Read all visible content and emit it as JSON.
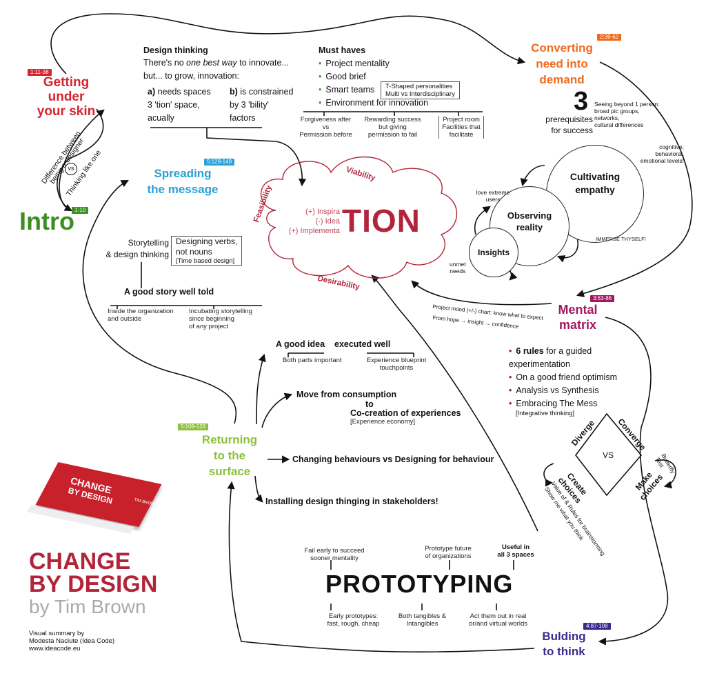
{
  "chapters": {
    "getting": {
      "tag": "1:11-38",
      "l1": "Getting",
      "l2": "under",
      "l3": "your skin",
      "color": "#d4262e"
    },
    "intro": {
      "tag": "1-10",
      "title": "Intro",
      "color": "#3a8f1f"
    },
    "spreading": {
      "tag": "5:129-149",
      "l1": "Spreading",
      "l2": "the message",
      "color": "#2aa0d6"
    },
    "converting": {
      "tag": "2:39-62",
      "l1": "Converting",
      "l2": "need into",
      "l3": "demand",
      "color": "#f06a1e"
    },
    "mental": {
      "tag": "3:63-86",
      "l1": "Mental",
      "l2": "matrix",
      "color": "#a3185f"
    },
    "returning": {
      "tag": "5:109-128",
      "l1": "Returning",
      "l2": "to the",
      "l3": "surface",
      "color": "#8cc03a"
    },
    "building": {
      "tag": "4:87-108",
      "l1": "Bulding",
      "l2": "to think",
      "color": "#3b2a8c"
    }
  },
  "intro_side": {
    "a": "Difference between",
    "b": "being a designer",
    "vs": "vs",
    "c": "Thinking like one"
  },
  "design_thinking": {
    "title": "Design thinking",
    "l1_pre": "There's no ",
    "l1_it": "one best way",
    "l1_post": " to innovate...",
    "l2": "but... to grow, innovation:",
    "a_label": "a)",
    "a_text1": " needs spaces",
    "a_text2": "3 'tion' space,",
    "a_text3": "acually",
    "b_label": "b)",
    "b_text1": " is constrained",
    "b_text2": "by 3 'bility'",
    "b_text3": "factors"
  },
  "must_haves": {
    "title": "Must haves",
    "items": [
      "Project mentality",
      "Good brief",
      "Smart teams",
      "Environment for innovation"
    ],
    "tshaped1": "T-Shaped personalities",
    "tshaped2": "Multi vs Interdisciplinary",
    "sub1a": "Forgiveness after",
    "sub1b": "vs",
    "sub1c": "Permission before",
    "sub2a": "Rewarding success",
    "sub2b": "but giving",
    "sub2c": "permission to fail",
    "sub3a": "Project room",
    "sub3b": "Facilities that",
    "sub3c": "facilitate"
  },
  "tion": {
    "word": "TION",
    "p1": "(+) Inspira",
    "p2": "(-) Idea",
    "p3": "(+) Implementa",
    "viability": "Viability",
    "feasibility": "Feasibility",
    "desirability": "Desirability"
  },
  "prereq": {
    "num": "3",
    "t1": "prerequisites",
    "t2": "for success",
    "s1": "Seeing beyond 1 person:",
    "s2": "broad pic groups,",
    "s3": "networks,",
    "s4": "cultural differences"
  },
  "circles": {
    "empathy1": "Cultivating",
    "empathy2": "empathy",
    "observing1": "Observing",
    "observing2": "reality",
    "insights": "Insights",
    "levels1": "cognitive,",
    "levels2": "behavioral,",
    "levels3": "emotional levels!",
    "love1": "love extreme",
    "love2": "users",
    "immerse": "IMMERSE THYSELF!",
    "unmet1": "unmet",
    "unmet2": "needs"
  },
  "mood": {
    "l1": "Project mood (+/-) chart: know what to expect",
    "l2a": "From hope",
    "l2b": "insight",
    "l2c": "confidence"
  },
  "mental_list": {
    "i1_b": "6 rules",
    "i1": " for a guided",
    "i1b": "experimentation",
    "i2": "On a good friend optimism",
    "i3": "Analysis vs Synthesis",
    "i4": "Embracing The Mess",
    "i4b": "[Integrative thinking]"
  },
  "diamond": {
    "diverge": "Diverge",
    "converge": "Converge",
    "vs": "VS",
    "create1": "Create",
    "create2": "choices",
    "make1": "Make",
    "make2": "choices",
    "butterfly1": "Butterfly",
    "butterfly2": "Test",
    "value1": "Value of & Rules for brainstorming",
    "value2": "Show me what you think"
  },
  "storytelling": {
    "a1": "Storytelling",
    "a2": "& design thinking",
    "b1": "Designing verbs,",
    "b2": "not nouns",
    "b3": "[Time based design]",
    "story": "A good story well told",
    "c1": "Inside the organization",
    "c2": "and outside",
    "d1": "Incubating storytelling",
    "d2": "since beginning",
    "d3": "of any project"
  },
  "surface": {
    "idea": "A good idea",
    "exec": "executed well",
    "both": "Both parts important",
    "exp1": "Experience blueprint",
    "exp2": "touchpoints",
    "move1": "Move from consumption",
    "move2": "to",
    "move3": "Co-creation of experiences",
    "move4": "[Experience economy]",
    "change": "Changing behaviours vs Designing for behaviour",
    "install": "Installing design thinging in stakeholders!"
  },
  "prototyping": {
    "word": "PROTOTYPING",
    "t1a": "Fail early to succeed",
    "t1b": "sooner mentality",
    "t2a": "Prototype future",
    "t2b": "of organizations",
    "t3a": "Useful in",
    "t3b": "all 3 spaces",
    "b1a": "Early prototypes:",
    "b1b": "fast, rough, cheap",
    "b2a": "Both tangibles &",
    "b2b": "Intangibles",
    "b3a": "Act them out in real",
    "b3b": "or/and virtual worlds"
  },
  "book": {
    "cover1": "CHANGE",
    "cover2": "BY DESIGN",
    "side": "CHANGE",
    "author_cover": "TIM BROWN"
  },
  "title": {
    "l1": "CHANGE",
    "l2": "BY DESIGN",
    "l3": "by Tim Brown",
    "credit1": "Visual summary by",
    "credit2": "Modesta Naciute (Idea Code)",
    "credit3": "www.ideacode.eu"
  }
}
